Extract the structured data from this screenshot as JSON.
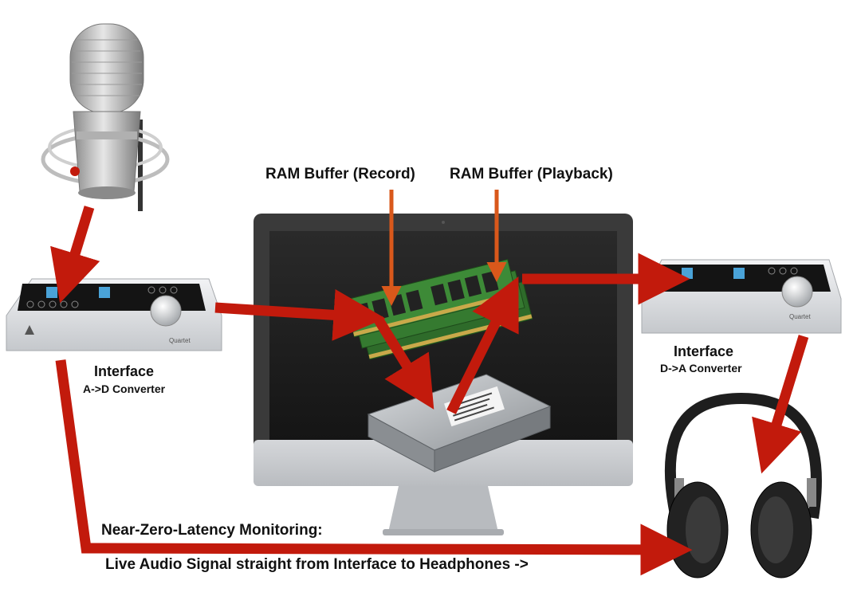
{
  "labels": {
    "ram_record": "RAM Buffer (Record)",
    "ram_playback": "RAM Buffer (Playback)",
    "interface_in_title": "Interface",
    "interface_in_sub": "A->D Converter",
    "interface_out_title": "Interface",
    "interface_out_sub": "D->A Converter",
    "monitoring_title": "Near-Zero-Latency Monitoring:",
    "monitoring_desc": "Live Audio Signal straight from Interface to Headphones ->"
  },
  "devices": {
    "interface_brand": "Quartet"
  },
  "colors": {
    "signal_arrow": "#c21a0c",
    "ram_arrow": "#d9581b",
    "monitor_frame": "#c9ccd0",
    "screen": "#1c1c1c",
    "interface_body": "#dfe1e4",
    "interface_panel": "#141414"
  },
  "icons": [
    "microphone-icon",
    "audio-interface-icon",
    "computer-monitor-icon",
    "ram-module-icon",
    "hard-drive-icon",
    "headphones-icon"
  ]
}
